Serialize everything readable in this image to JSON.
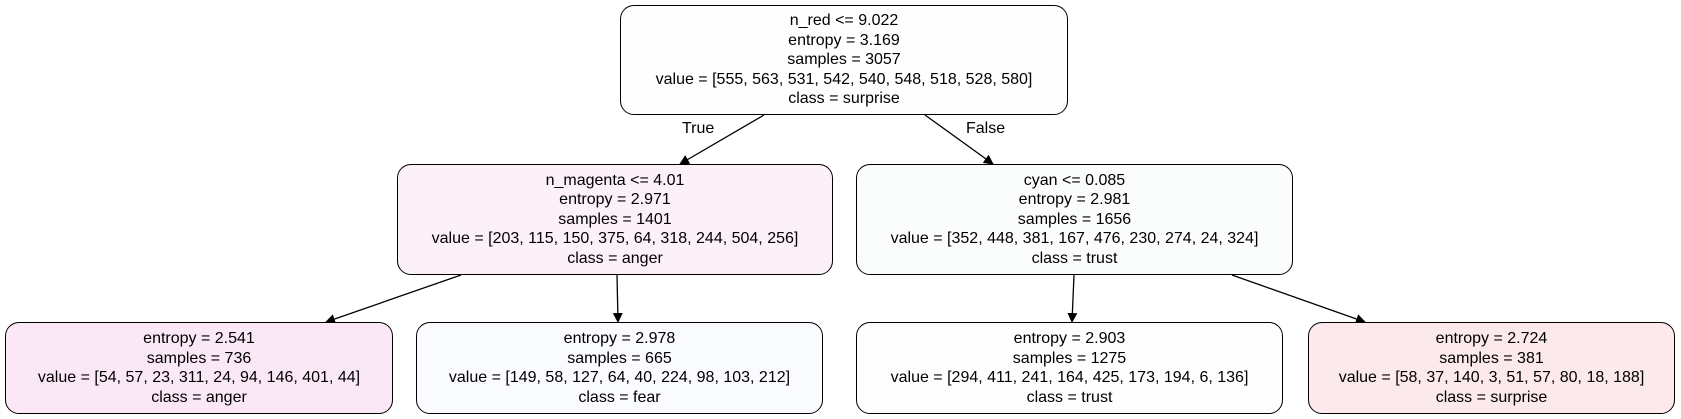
{
  "tree": {
    "edge_labels": {
      "true_label": "True",
      "false_label": "False"
    },
    "nodes": [
      {
        "id": "root",
        "split": "n_red <= 9.022",
        "entropy": "entropy = 3.169",
        "samples": "samples = 3057",
        "value": "value = [555, 563, 531, 542, 540, 548, 518, 528, 580]",
        "class": "class = surprise",
        "fill": "#fffeff"
      },
      {
        "id": "left",
        "split": "n_magenta <= 4.01",
        "entropy": "entropy = 2.971",
        "samples": "samples = 1401",
        "value": "value = [203, 115, 150, 375, 64, 318, 244, 504, 256]",
        "class": "class = anger",
        "fill": "#fcf0f9"
      },
      {
        "id": "right",
        "split": "cyan <= 0.085",
        "entropy": "entropy = 2.981",
        "samples": "samples = 1656",
        "value": "value = [352, 448, 381, 167, 476, 230, 274, 24, 324]",
        "class": "class = trust",
        "fill": "#fbfdfc"
      },
      {
        "id": "leaf1",
        "split": "",
        "entropy": "entropy = 2.541",
        "samples": "samples = 736",
        "value": "value = [54, 57, 23, 311, 24, 94, 146, 401, 44]",
        "class": "class = anger",
        "fill": "#fbe8f6"
      },
      {
        "id": "leaf2",
        "split": "",
        "entropy": "entropy = 2.978",
        "samples": "samples = 665",
        "value": "value = [149, 58, 127, 64, 40, 224, 98, 103, 212]",
        "class": "class = fear",
        "fill": "#f9fbfe"
      },
      {
        "id": "leaf3",
        "split": "",
        "entropy": "entropy = 2.903",
        "samples": "samples = 1275",
        "value": "value = [294, 411, 241, 164, 425, 173, 194, 6, 136]",
        "class": "class = trust",
        "fill": "#fdfefd"
      },
      {
        "id": "leaf4",
        "split": "",
        "entropy": "entropy = 2.724",
        "samples": "samples = 381",
        "value": "value = [58, 37, 140, 3, 51, 57, 80, 18, 188]",
        "class": "class = surprise",
        "fill": "#fbe9ec"
      }
    ]
  }
}
